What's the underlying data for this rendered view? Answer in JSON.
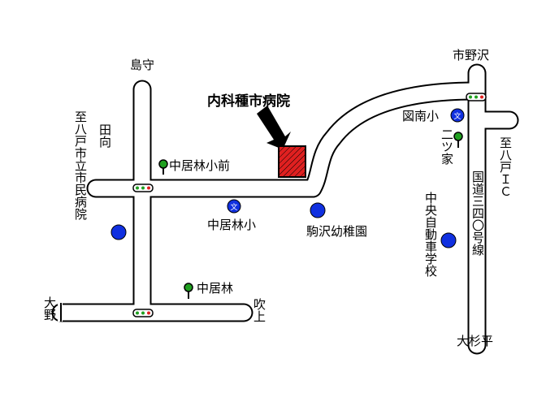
{
  "colors": {
    "road_fill": "#ffffff",
    "road_outline": "#000000",
    "hospital": "#e02020",
    "school_blue": "#1030e0",
    "tree_green": "#20a020",
    "signal_red": "#e02020",
    "signal_green": "#20a020"
  },
  "labels": {
    "shimamori": "島守",
    "ichinosawa": "市野沢",
    "hospital_name": "内科種市病院",
    "tonan_sho": "図南小",
    "futatsuya": "二ツ家",
    "nakaibayashi_shomae": "中居林小前",
    "nakaibayashi_sho": "中居林小",
    "komazawa_yochien": "駒沢幼稚園",
    "hachinohe_hospital": "至八戸市立市民病院",
    "tamukai": "田向",
    "hachinohe_ic": "至八戸ＩＣ",
    "national_route": "国道三四〇号線",
    "chuo_school": "中央自動車学校",
    "nakaibayashi": "中居林",
    "fukiage": "吹上",
    "oono": "大野",
    "osugitai": "大杉平"
  },
  "icons": {
    "school": "文",
    "school_symbol": "school-icon",
    "bus_stop": "bus-stop-icon",
    "signal": "traffic-signal-icon",
    "landmark": "landmark-dot-icon"
  }
}
